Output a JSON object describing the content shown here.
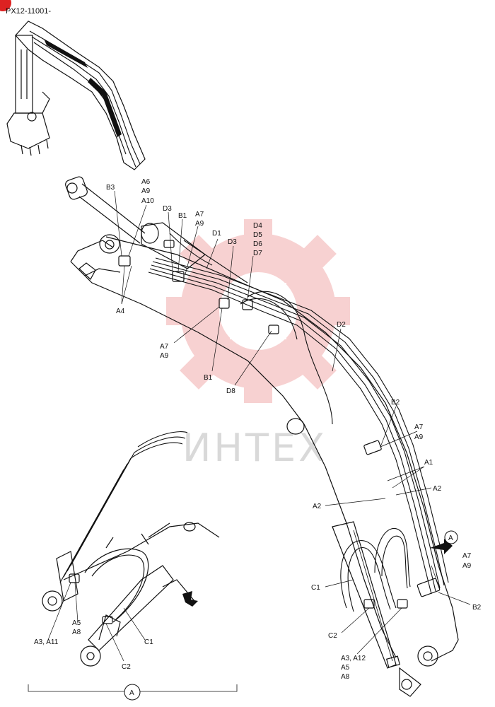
{
  "header": {
    "part_code": "PX12-11001-"
  },
  "watermark": {
    "text": "ИНТЕХ",
    "gear_color": "#f6c6c6",
    "text_color": "#d9d9d9"
  },
  "callouts": {
    "b3": "B3",
    "a6": "A6",
    "a9_1": "A9",
    "a10": "A10",
    "d3_1": "D3",
    "b1_1": "B1",
    "a7_1": "A7",
    "a9_2": "A9",
    "d1": "D1",
    "d3_2": "D3",
    "d4": "D4",
    "d5": "D5",
    "d6": "D6",
    "d7": "D7",
    "a4": "A4",
    "a7_2": "A7",
    "a9_3": "A9",
    "b1_2": "B1",
    "d8": "D8",
    "d2": "D2",
    "b2_1": "B2",
    "a7_3": "A7",
    "a9_4": "A9",
    "a1": "A1",
    "a2_1": "A2",
    "a2_2": "A2",
    "view_a_arrow": "A",
    "a7_4": "A7",
    "a9_5": "A9",
    "b2_2": "B2",
    "c1_1": "C1",
    "c2_1": "C2",
    "a3_a12": "A3, A12",
    "a5_1": "A5",
    "a8_1": "A8",
    "a5_2": "A5",
    "a8_2": "A8",
    "a3_a11": "A3, A11",
    "c1_2": "C1",
    "c2_2": "C2",
    "view_a_bottom": "A"
  }
}
